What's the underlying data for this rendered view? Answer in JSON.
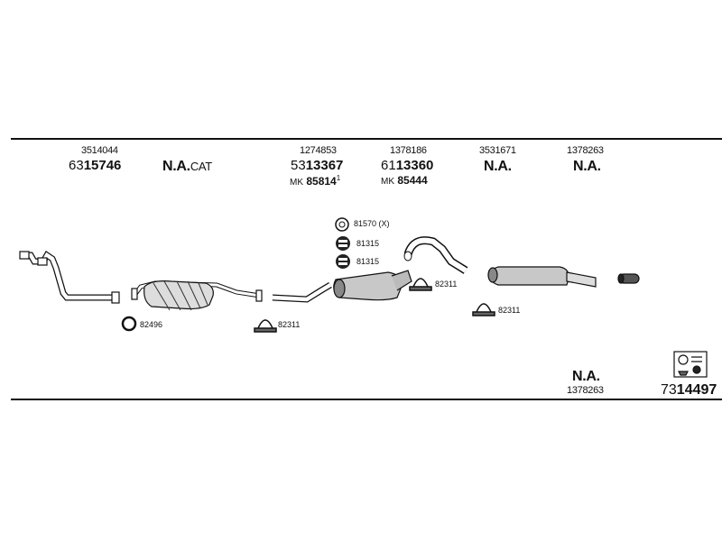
{
  "columns": [
    {
      "id": "col1",
      "small": "3514044",
      "big_prefix": "63",
      "big_main": "15746"
    },
    {
      "id": "col2",
      "na": "N.A.",
      "na_suffix": "CAT"
    },
    {
      "id": "col3",
      "small": "1274853",
      "big_prefix": "53",
      "big_main": "13367",
      "mk_tag": "MK",
      "mk_value": "85814",
      "mk_sup": "1"
    },
    {
      "id": "col4",
      "small": "1378186",
      "big_prefix": "61",
      "big_main": "13360",
      "mk_tag": "MK",
      "mk_value": "85444"
    },
    {
      "id": "col5",
      "small": "3531671",
      "na": "N.A."
    },
    {
      "id": "col6",
      "small": "1378263",
      "na": "N.A."
    }
  ],
  "parts": {
    "clamp_82496": "82496",
    "clamp_82311_a": "82311",
    "clamp_82311_b": "82311",
    "clamp_82311_c": "82311",
    "gasket_81570": "81570 (X)",
    "rubber_81315_a": "81315",
    "rubber_81315_b": "81315"
  },
  "bottom": {
    "na": "N.A.",
    "small": "1378263",
    "kit_prefix": "73",
    "kit_main": "14497"
  },
  "icons": {
    "kit": "mounting-kit-icon"
  }
}
